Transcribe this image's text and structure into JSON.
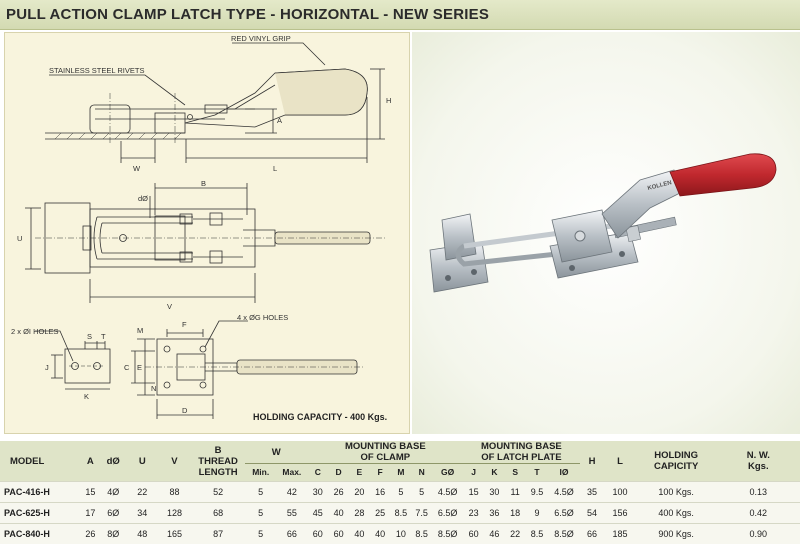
{
  "title": "PULL ACTION CLAMP LATCH TYPE - HORIZONTAL - NEW SERIES",
  "drawing": {
    "labels": {
      "red_vinyl_grip": "RED VINYL GRIP",
      "rivets": "STAINLESS STEEL RIVETS",
      "H": "H",
      "A": "A",
      "W": "W",
      "L": "L",
      "dO": "dØ",
      "B": "B",
      "U": "U",
      "V": "V",
      "holes_i": "2 x ØI HOLES",
      "holes_g": "4 x ØG HOLES",
      "S": "S",
      "T": "T",
      "J": "J",
      "K": "K",
      "M": "M",
      "F": "F",
      "C": "C",
      "E": "E",
      "N": "N",
      "D": "D"
    },
    "capacity_note": "HOLDING CAPACITY - 400 Kgs."
  },
  "photo": {
    "brand": "KOLLEN"
  },
  "table": {
    "headers": {
      "model": "MODEL",
      "a": "A",
      "d": "dØ",
      "u": "U",
      "v": "V",
      "b_line1": "B",
      "b_line2": "THREAD",
      "b_line3": "LENGTH",
      "w": "W",
      "w_min": "Min.",
      "w_max": "Max.",
      "mb_clamp_line1": "MOUNTING BASE",
      "mb_clamp_line2": "OF CLAMP",
      "clamp_cols": [
        "C",
        "D",
        "E",
        "F",
        "M",
        "N",
        "GØ"
      ],
      "mb_latch_line1": "MOUNTING BASE",
      "mb_latch_line2": "OF LATCH PLATE",
      "latch_cols": [
        "J",
        "K",
        "S",
        "T",
        "IØ"
      ],
      "h": "H",
      "l": "L",
      "holding_line1": "HOLDING",
      "holding_line2": "CAPICITY",
      "nw_line1": "N. W.",
      "nw_line2": "Kgs."
    },
    "rows": [
      [
        "PAC-416-H",
        "15",
        "4Ø",
        "22",
        "88",
        "52",
        "5",
        "42",
        "30",
        "26",
        "20",
        "16",
        "5",
        "5",
        "4.5Ø",
        "15",
        "30",
        "11",
        "9.5",
        "4.5Ø",
        "35",
        "100",
        "100 Kgs.",
        "0.13"
      ],
      [
        "PAC-625-H",
        "17",
        "6Ø",
        "34",
        "128",
        "68",
        "5",
        "55",
        "45",
        "40",
        "28",
        "25",
        "8.5",
        "7.5",
        "6.5Ø",
        "23",
        "36",
        "18",
        "9",
        "6.5Ø",
        "54",
        "156",
        "400 Kgs.",
        "0.42"
      ],
      [
        "PAC-840-H",
        "26",
        "8Ø",
        "48",
        "165",
        "87",
        "5",
        "66",
        "60",
        "60",
        "40",
        "40",
        "10",
        "8.5",
        "8.5Ø",
        "60",
        "46",
        "22",
        "8.5",
        "8.5Ø",
        "66",
        "185",
        "900 Kgs.",
        "0.90"
      ]
    ]
  },
  "colors": {
    "title_bg": "#d3dab2",
    "drawing_bg": "#f8f4dd",
    "header_bg": "#dfe4c8",
    "grip_red": "#c0282e"
  }
}
